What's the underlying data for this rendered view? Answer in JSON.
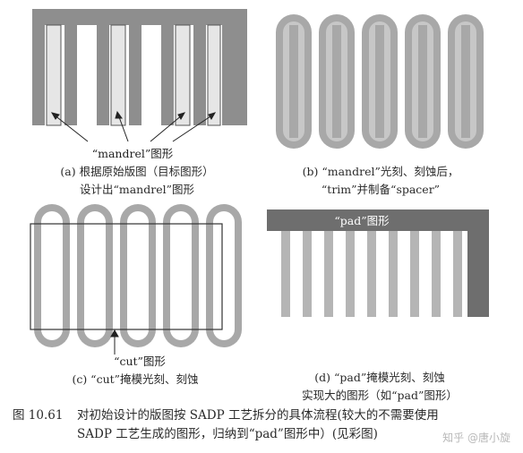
{
  "panel_a": {
    "pointer_label": "“mandrel”图形",
    "caption_line1": "(a) 根据原始版图（目标图形）",
    "caption_line2": "设计出“mandrel”图形"
  },
  "panel_b": {
    "caption_line1": "(b) “mandrel”光刻、刻蚀后，",
    "caption_line2": "“trim”并制备“spacer”"
  },
  "panel_c": {
    "pointer_label": "“cut”图形",
    "caption_line1": "(c) “cut”掩模光刻、刻蚀"
  },
  "panel_d": {
    "bar_label": "“pad”图形",
    "caption_line1": "(d) “pad”掩模光刻、刻蚀",
    "caption_line2": "实现大的图形（如“pad”图形）"
  },
  "figure_caption": {
    "number": "图 10.61",
    "line1": "对初始设计的版图按 SADP 工艺拆分的具体流程(较大的不需要使用",
    "line2": "SADP 工艺生成的图形，归纳到“pad”图形中）(见彩图)"
  },
  "watermark": "知乎 @唐小旋",
  "colors": {
    "dark_gray": "#8a8a8a",
    "light_gray": "#c4c4c4",
    "spacer_gray": "#a9a9a9",
    "pad_dark": "#6a6a6a",
    "line_gray": "#b2b2b2"
  }
}
